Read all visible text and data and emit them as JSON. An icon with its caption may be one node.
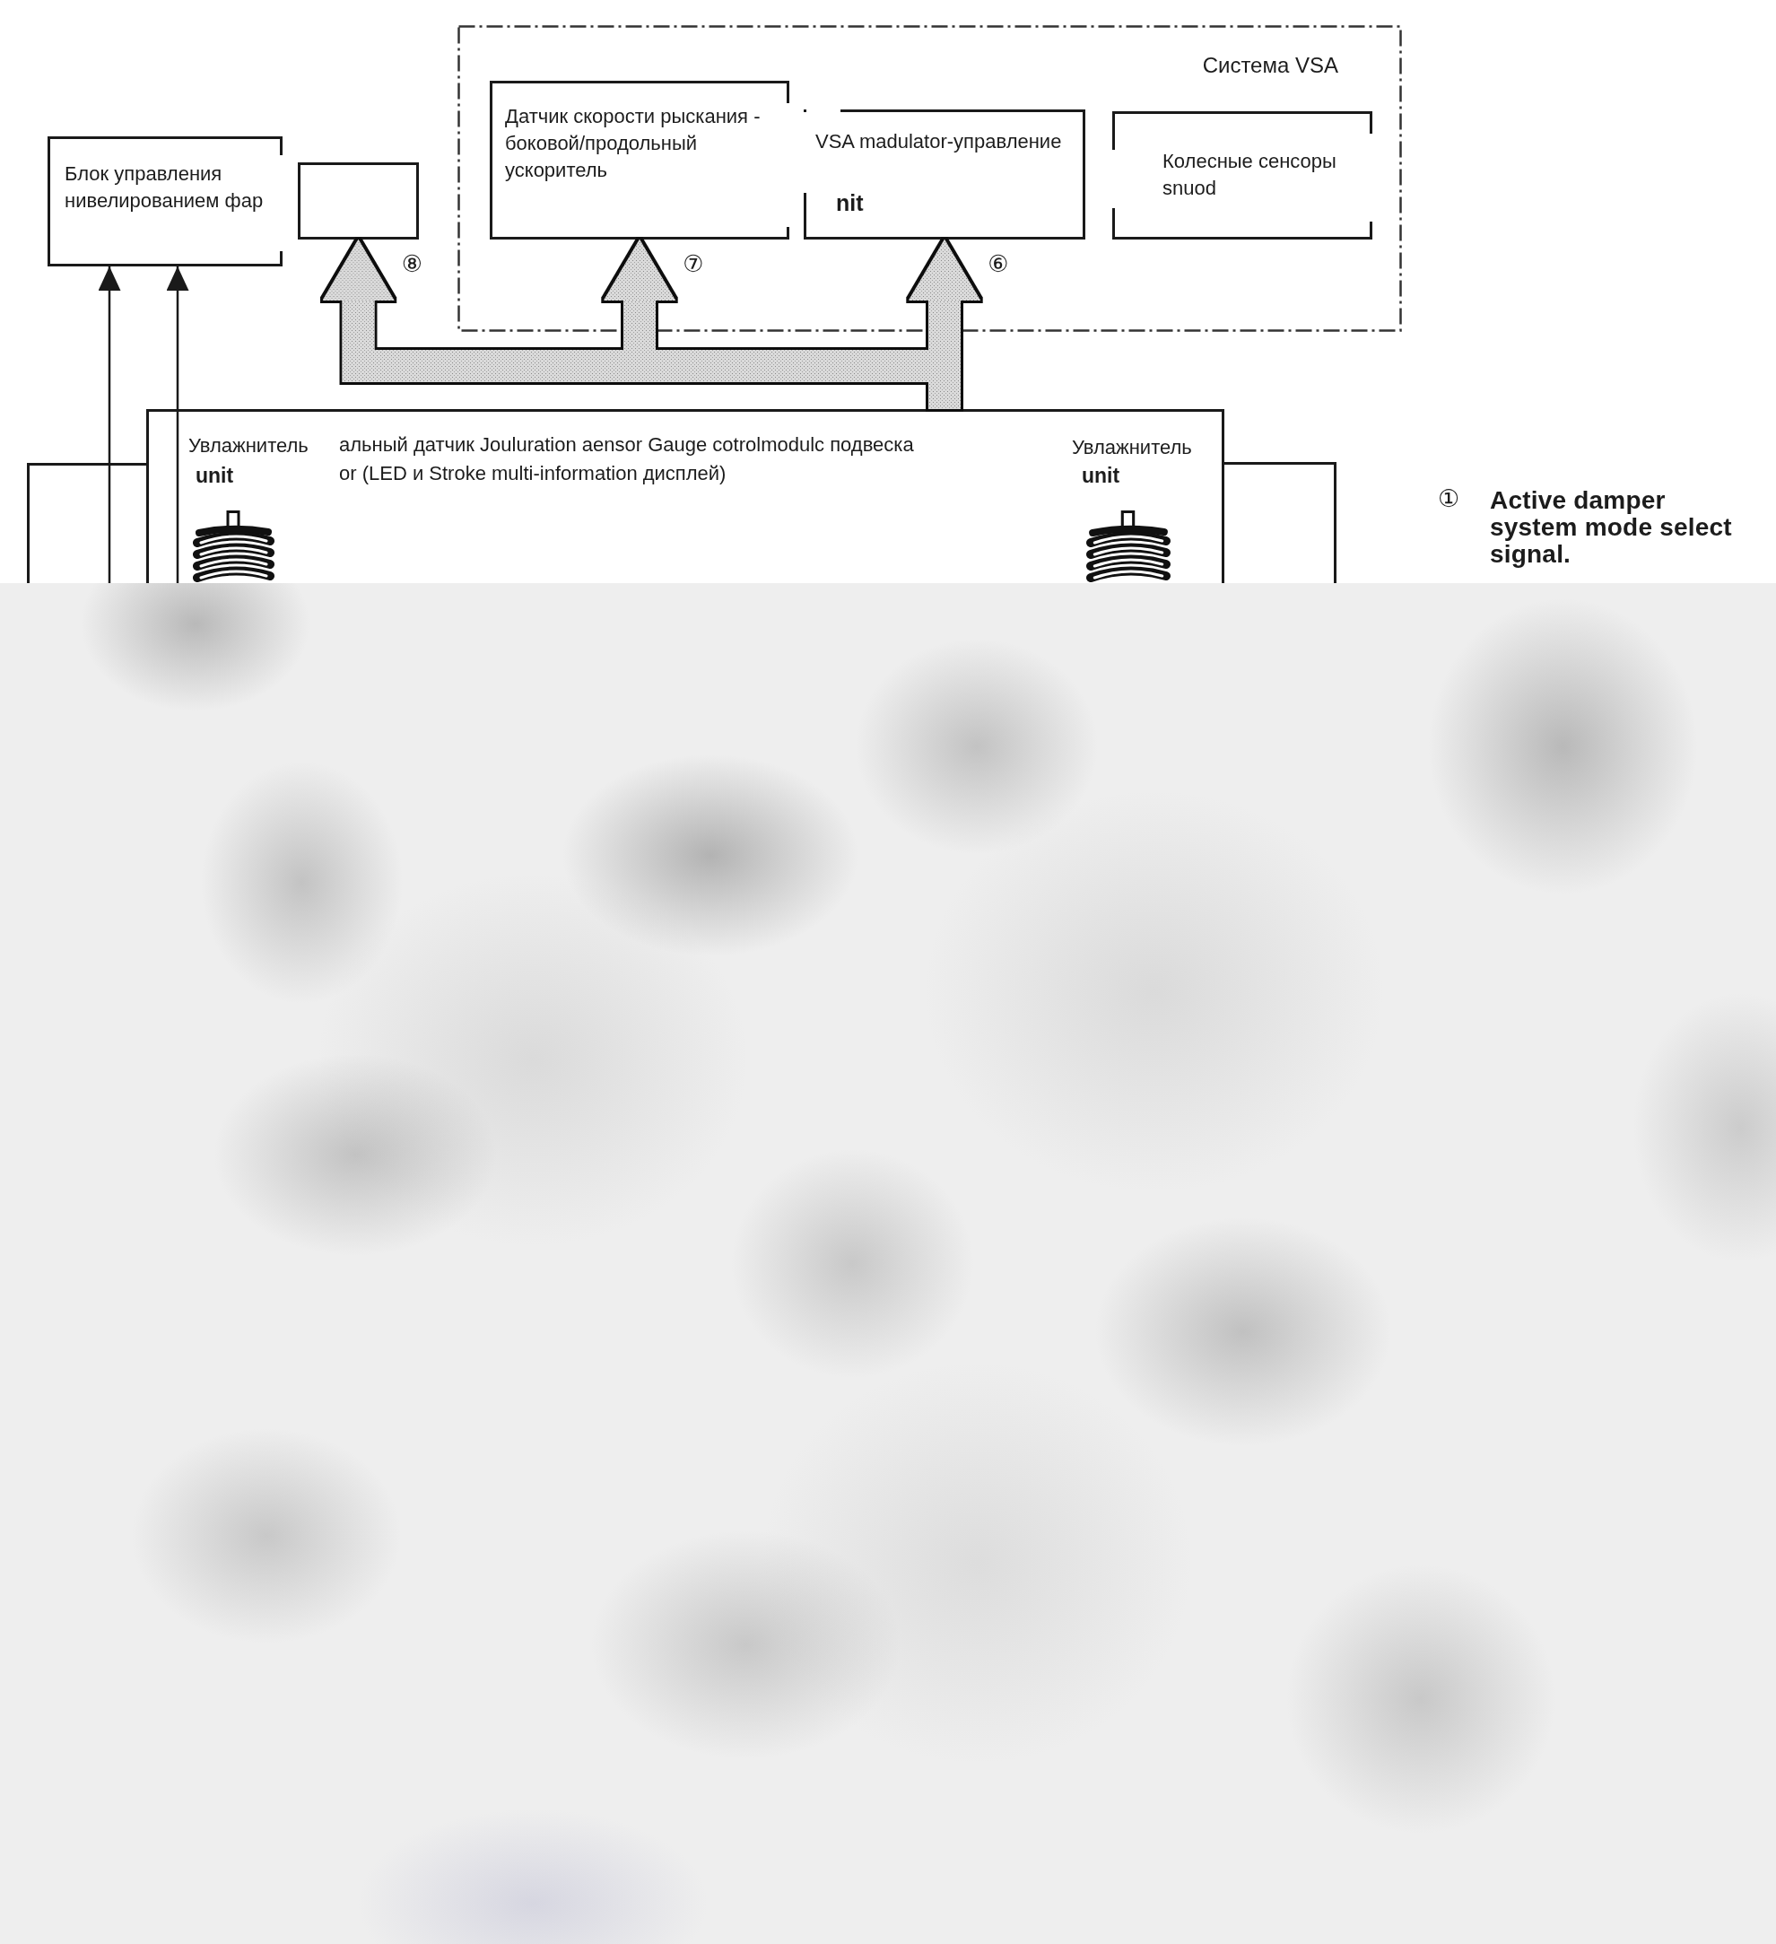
{
  "diagram": {
    "nodes": [
      {
        "text": [
          "Блок управления нивелированием фар"
        ]
      },
      {
        "text": [],
        "shape": "box"
      },
      {
        "text": [
          "Система VSA"
        ]
      },
      {
        "text": [
          "Датчик скорости рыскания - боковой/продольный ускоритель"
        ],
        "in": 2
      },
      {
        "text": [
          "VSA madulator-управление",
          "nit"
        ],
        "in": 2
      },
      {
        "text": [
          "Колесные сенсоры snuod"
        ],
        "in": 2
      },
      {
        "text": [
          "альный датчик Jouluration aensor Gauge cotrolmodulc подвеска",
          "or (LED и Stroke multi-information дисплей)"
        ]
      },
      {
        "text": [],
        "shape": "box"
      },
      {
        "text": [],
        "shape": "box"
      }
    ],
    "edges": [
      {
        "from": 6,
        "to": 1,
        "arrow": "to",
        "label": "⑧",
        "style": "thick"
      },
      {
        "from": 6,
        "to": 3,
        "arrow": "to",
        "label": "⑦",
        "style": "thick"
      },
      {
        "from": 6,
        "to": 4,
        "arrow": "to",
        "label": "⑥",
        "style": "thick"
      },
      {
        "from": 7,
        "to": 0,
        "arrow": "to"
      },
      {
        "from": 6,
        "to": 0,
        "arrow": "to"
      }
    ],
    "labels": [
      "Увлажнитель",
      "unit",
      "Увлажнитель",
      "unit",
      "①",
      "Active damper system mode select signal."
    ]
  }
}
